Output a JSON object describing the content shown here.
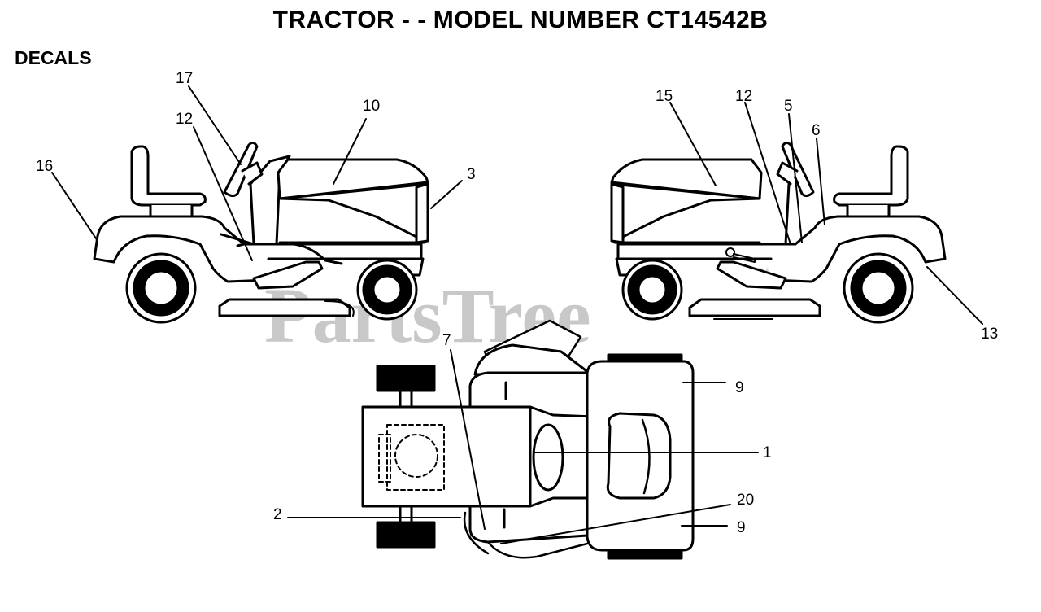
{
  "title": "TRACTOR - - MODEL NUMBER CT14542B",
  "subtitle": "DECALS",
  "watermark": {
    "text": "PartsTree",
    "tm": "TM"
  },
  "callouts": {
    "left_side": [
      "17",
      "12",
      "10",
      "16",
      "3"
    ],
    "right_side": [
      "15",
      "12",
      "5",
      "6",
      "13"
    ],
    "top_view": [
      "7",
      "9",
      "1",
      "2",
      "20",
      "9"
    ]
  },
  "colors": {
    "line": "#000000",
    "watermark": "#c8c8c8",
    "background": "#ffffff"
  }
}
